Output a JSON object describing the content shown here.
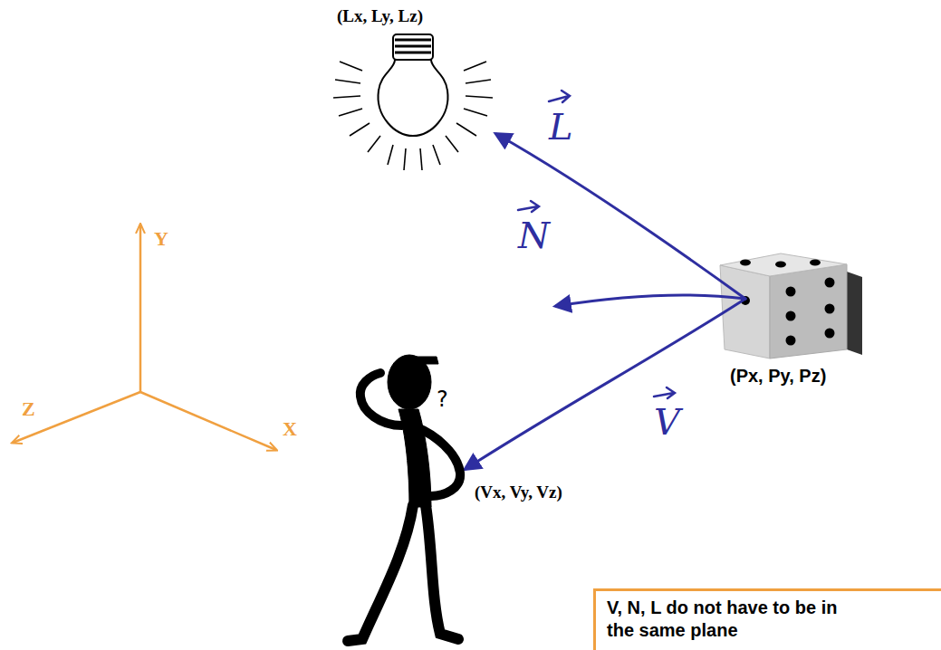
{
  "diagram": {
    "nodes": [
      {
        "text": [
          "V, N, L do not have to be in the same plane"
        ]
      }
    ],
    "labels": [
      "(Lx, Ly, Lz)",
      "L",
      "N",
      "Y",
      "Z",
      "X",
      "(Px, Py, Pz)",
      "?",
      "V",
      "(Vx, Vy, Vz)"
    ]
  }
}
